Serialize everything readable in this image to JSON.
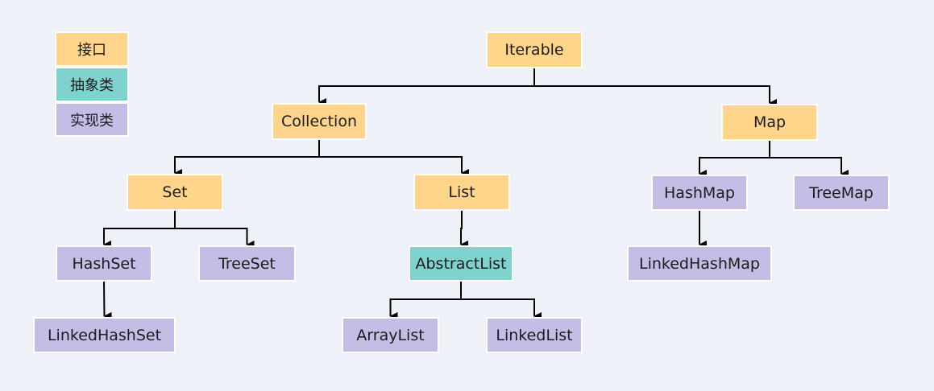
{
  "legend": [
    {
      "label": "接口",
      "color": "#fed58a"
    },
    {
      "label": "抽象类",
      "color": "#7fd3ce"
    },
    {
      "label": "实现类",
      "color": "#c4bde6"
    }
  ],
  "nodes": {
    "iterable": "Iterable",
    "collection": "Collection",
    "map": "Map",
    "set": "Set",
    "list": "List",
    "hashmap": "HashMap",
    "treemap": "TreeMap",
    "hashset": "HashSet",
    "treeset": "TreeSet",
    "abstractlist": "AbstractList",
    "linkedhashmap": "LinkedHashMap",
    "linkedhashset": "LinkedHashSet",
    "arraylist": "ArrayList",
    "linkedlist": "LinkedList"
  },
  "colors": {
    "interface": "#fed58a",
    "abstract_class": "#7fd3ce",
    "implementation_class": "#c4bde6",
    "edge": "#000000",
    "background": "#eef1f8"
  },
  "edges": [
    [
      "iterable",
      "collection"
    ],
    [
      "iterable",
      "map"
    ],
    [
      "collection",
      "set"
    ],
    [
      "collection",
      "list"
    ],
    [
      "set",
      "hashset"
    ],
    [
      "set",
      "treeset"
    ],
    [
      "hashset",
      "linkedhashset"
    ],
    [
      "list",
      "abstractlist"
    ],
    [
      "abstractlist",
      "arraylist"
    ],
    [
      "abstractlist",
      "linkedlist"
    ],
    [
      "map",
      "hashmap"
    ],
    [
      "map",
      "treemap"
    ],
    [
      "hashmap",
      "linkedhashmap"
    ]
  ]
}
